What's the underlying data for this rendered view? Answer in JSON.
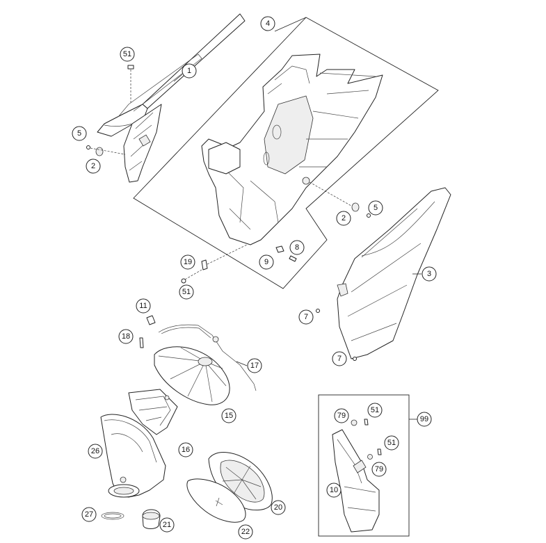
{
  "callouts": [
    {
      "id": "c51a",
      "label": "51"
    },
    {
      "id": "c1",
      "label": "1"
    },
    {
      "id": "c5a",
      "label": "5"
    },
    {
      "id": "c2a",
      "label": "2"
    },
    {
      "id": "c4",
      "label": "4"
    },
    {
      "id": "c5b",
      "label": "5"
    },
    {
      "id": "c2b",
      "label": "2"
    },
    {
      "id": "c8",
      "label": "8"
    },
    {
      "id": "c9",
      "label": "9"
    },
    {
      "id": "c19",
      "label": "19"
    },
    {
      "id": "c51b",
      "label": "51"
    },
    {
      "id": "c3",
      "label": "3"
    },
    {
      "id": "c11",
      "label": "11"
    },
    {
      "id": "c7a",
      "label": "7"
    },
    {
      "id": "c18",
      "label": "18"
    },
    {
      "id": "c17",
      "label": "17"
    },
    {
      "id": "c7b",
      "label": "7"
    },
    {
      "id": "c15",
      "label": "15"
    },
    {
      "id": "c26",
      "label": "26"
    },
    {
      "id": "c16",
      "label": "16"
    },
    {
      "id": "c79a",
      "label": "79"
    },
    {
      "id": "c51c",
      "label": "51"
    },
    {
      "id": "c99",
      "label": "99"
    },
    {
      "id": "c51d",
      "label": "51"
    },
    {
      "id": "c79b",
      "label": "79"
    },
    {
      "id": "c10",
      "label": "10"
    },
    {
      "id": "c20",
      "label": "20"
    },
    {
      "id": "c27",
      "label": "27"
    },
    {
      "id": "c21",
      "label": "21"
    },
    {
      "id": "c22",
      "label": "22"
    }
  ]
}
